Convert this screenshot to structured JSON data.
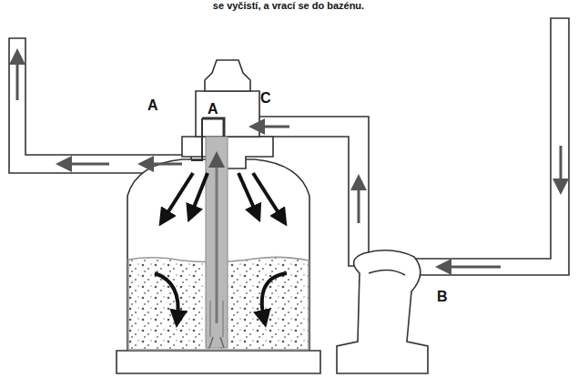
{
  "diagram": {
    "labels": [
      "se vyčistí, a vrací se do bazénu.",
      "A",
      "A",
      "C",
      "B"
    ]
  }
}
